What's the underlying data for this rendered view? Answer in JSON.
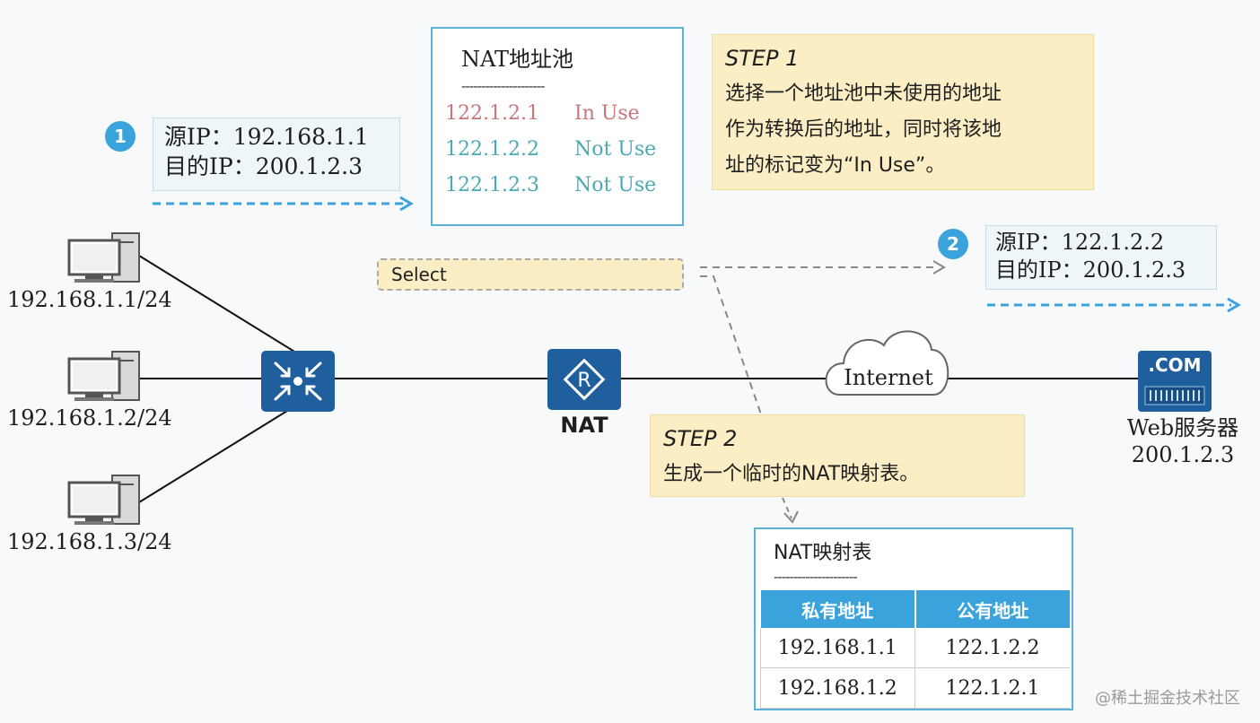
{
  "packet1": {
    "badge": "1",
    "src": "源IP：192.168.1.1",
    "dst": "目的IP：200.1.2.3"
  },
  "packet2": {
    "badge": "2",
    "src": "源IP：122.1.2.2",
    "dst": "目的IP：200.1.2.3"
  },
  "pool": {
    "title": "NAT地址池",
    "divider": "---------------------",
    "rows": [
      {
        "ip": "122.1.2.1",
        "status": "In Use",
        "color": "#c9767c"
      },
      {
        "ip": "122.1.2.2",
        "status": "Not Use",
        "color": "#4aaab3"
      },
      {
        "ip": "122.1.2.3",
        "status": "Not Use",
        "color": "#4aaab3"
      }
    ]
  },
  "step1": {
    "title": "STEP 1",
    "lines": [
      "选择一个地址池中未使用的地址",
      "作为转换后的地址，同时将该地",
      "址的标记变为“In Use”。"
    ]
  },
  "step2": {
    "title": "STEP 2",
    "text": "生成一个临时的NAT映射表。"
  },
  "select_label": "Select",
  "hosts": [
    "192.168.1.1/24",
    "192.168.1.2/24",
    "192.168.1.3/24"
  ],
  "nat_label": "NAT",
  "internet_label": "Internet",
  "server": {
    "logo": ".COM",
    "name": "Web服务器",
    "ip": "200.1.2.3"
  },
  "map_table": {
    "title": "NAT映射表",
    "divider": "---------------------",
    "headers": [
      "私有地址",
      "公有地址"
    ],
    "rows": [
      [
        "192.168.1.1",
        "122.1.2.2"
      ],
      [
        "192.168.1.2",
        "122.1.2.1"
      ]
    ]
  },
  "watermark": "@稀土掘金技术社区",
  "colors": {
    "accent": "#3aa3db",
    "device": "#1f5f9e",
    "step_bg": "#fbeec4",
    "table_header": "#3aa3db"
  }
}
